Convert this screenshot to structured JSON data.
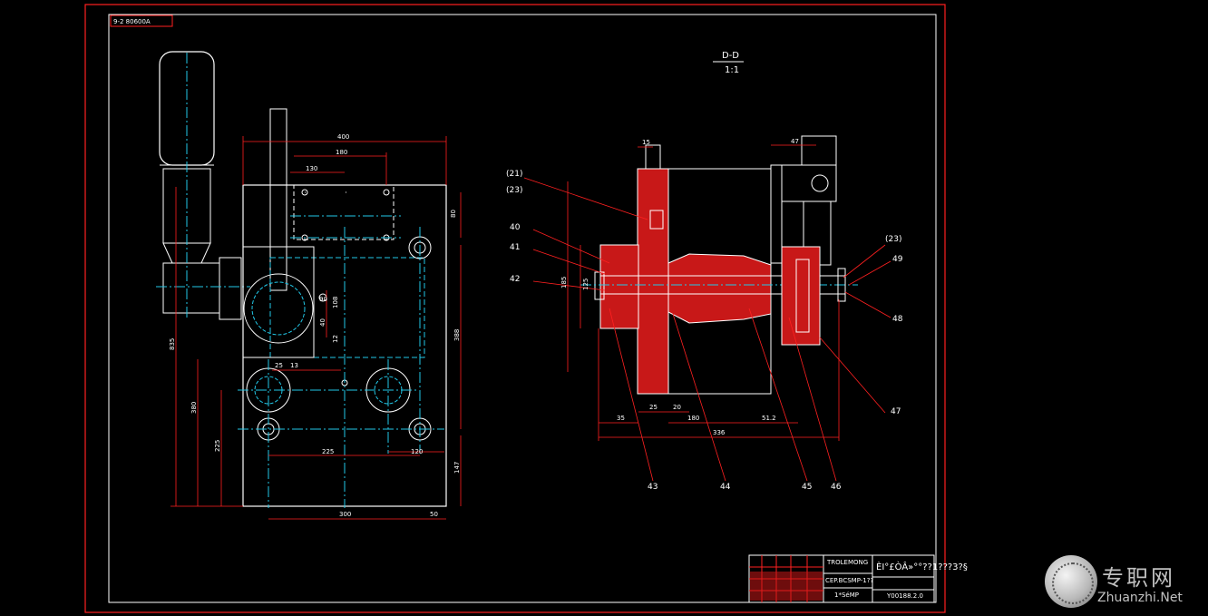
{
  "drawing": {
    "stamp_code": "9-2 80600A",
    "section_label": "D-D",
    "scale_label": "1:1",
    "colors": {
      "frame": "#ff2020",
      "outline": "#ffffff",
      "centerline": "#22c8e8",
      "hatch": "#c81818"
    }
  },
  "left_view": {
    "dims": [
      "400",
      "180",
      "130",
      "80",
      "90",
      "13",
      "25",
      "12",
      "108",
      "40",
      "835",
      "380",
      "225",
      "388",
      "225",
      "120",
      "147",
      "300",
      "50"
    ]
  },
  "right_view": {
    "dims": [
      "15",
      "47",
      "185",
      "125",
      "35",
      "25",
      "20",
      "180",
      "51.2",
      "336"
    ],
    "callouts": [
      "(21)",
      "(23)",
      "40",
      "41",
      "42",
      "(23)",
      "49",
      "48",
      "47",
      "43",
      "44",
      "45",
      "46"
    ]
  },
  "title_block": {
    "company": "TROLEMONG",
    "line1": "ÈI°£ÒÂ»°°??1???3?§",
    "line2": "CEP.BCSMP-1??",
    "drawing_no": "Y00188.2.0",
    "sub": "1*SéMP"
  },
  "watermark": {
    "cn": "专职网",
    "en": "Zhuanzhi.Net"
  }
}
